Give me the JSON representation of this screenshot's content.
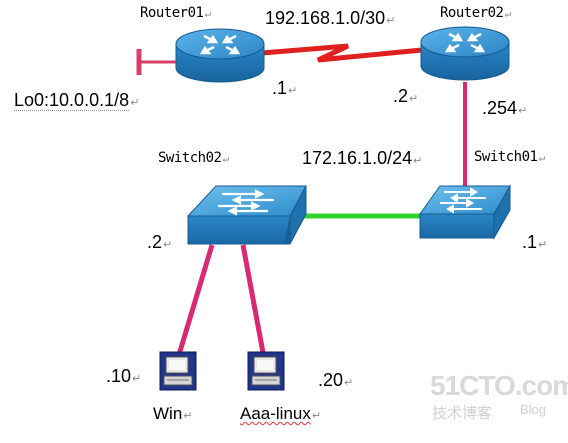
{
  "devices": {
    "router01": "Router01",
    "router02": "Router02",
    "switch01": "Switch01",
    "switch02": "Switch02",
    "pc_win": "Win",
    "pc_linux": "Aaa-linux"
  },
  "addresses": {
    "wan_net": "192.168.1.0/30",
    "lan_net": "172.16.1.0/24",
    "loopback": "Lo0:10.0.0.1/8",
    "r1_wan": ".1",
    "r2_wan": ".2",
    "r2_lan": ".254",
    "sw02_ip": ".2",
    "sw01_ip": ".1",
    "win_ip": ".10",
    "linux_ip": ".20"
  },
  "paragraph_mark": "↵",
  "watermark": {
    "site": "51CTO.com",
    "tagline": "技术博客",
    "blog": "Blog"
  },
  "colors": {
    "router_body": "#2f8bc9",
    "serial_link": "#e0201e",
    "ethernet_link": "#d82a72",
    "switch_link": "#2fd22f"
  }
}
